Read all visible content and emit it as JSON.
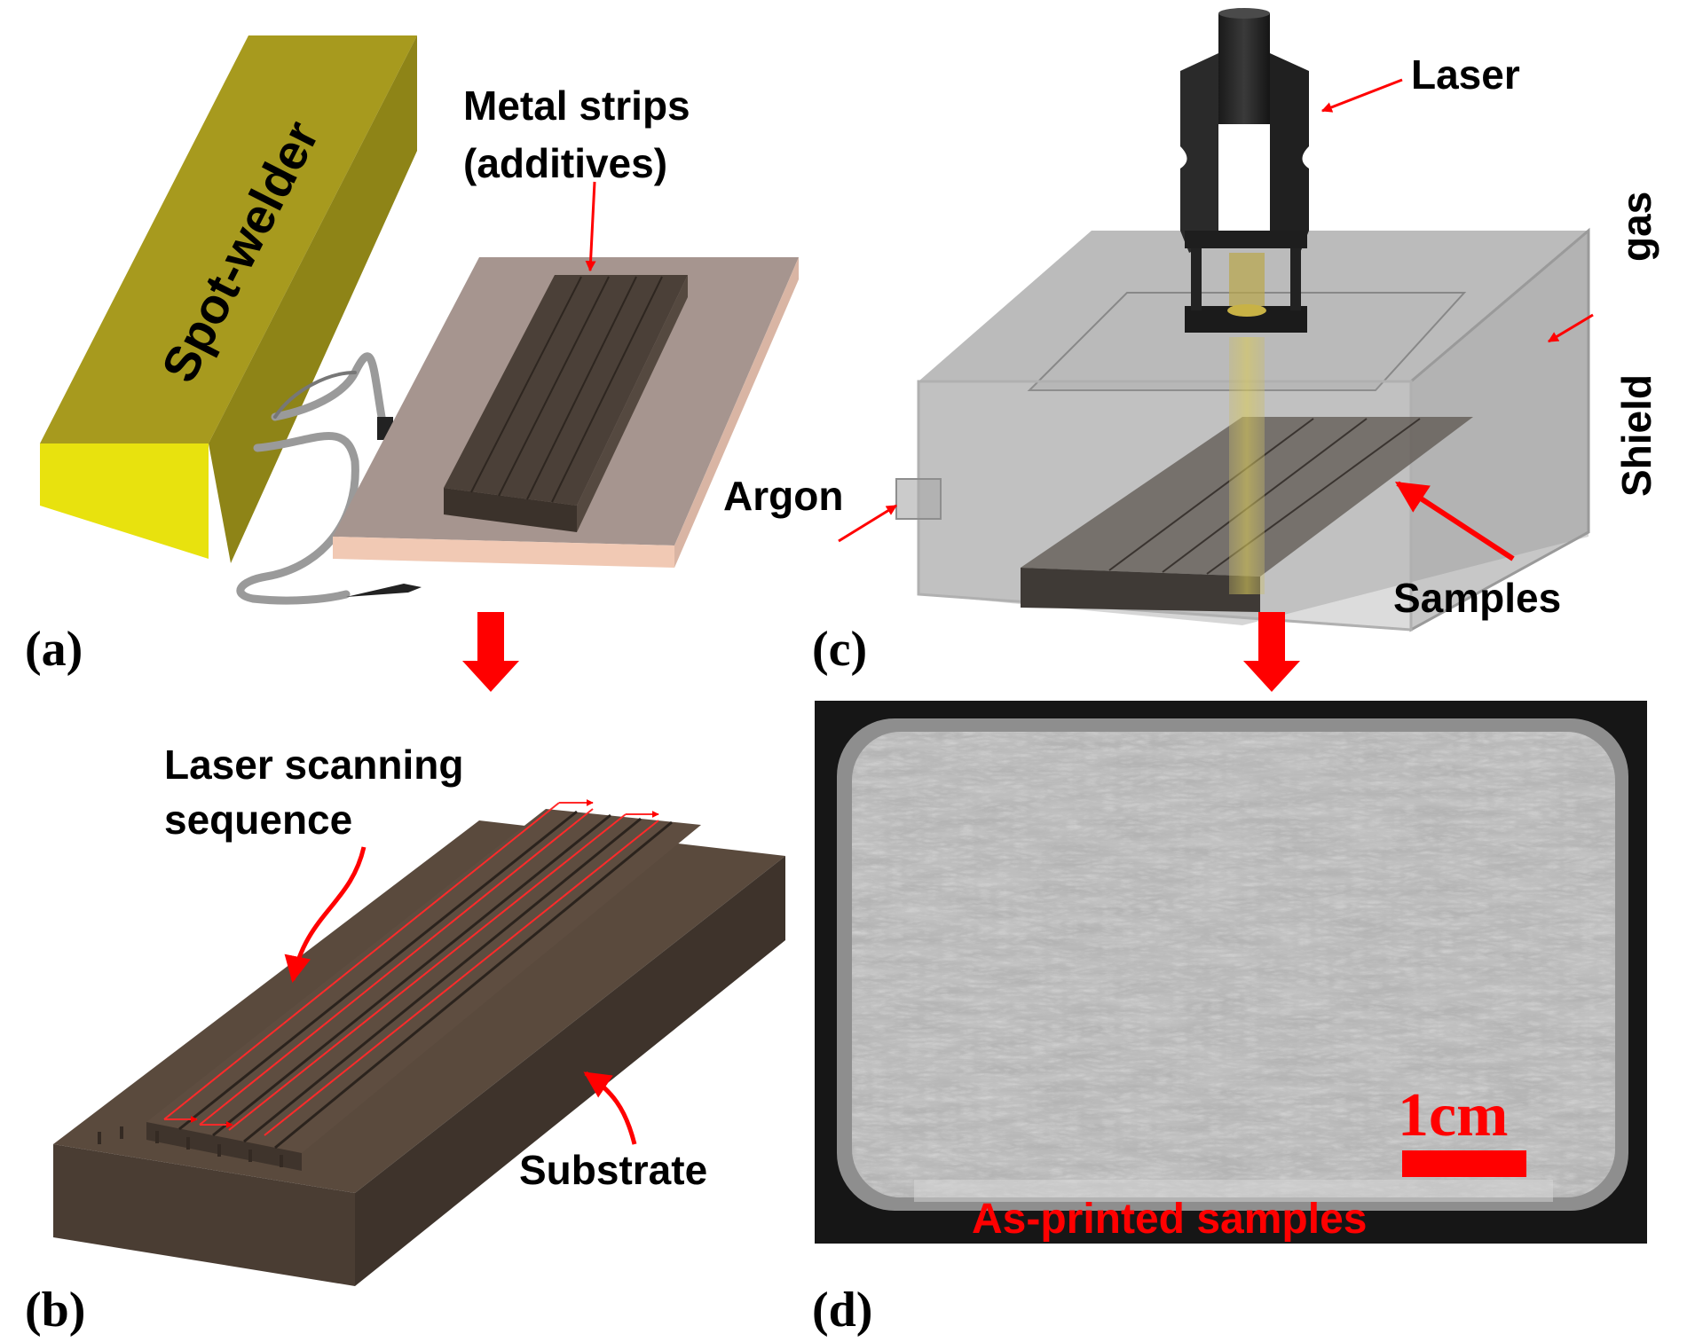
{
  "panels": {
    "a": "(a)",
    "b": "(b)",
    "c": "(c)",
    "d": "(d)"
  },
  "panel_a": {
    "device_label": "Spot-welder",
    "strips_label_line1": "Metal strips",
    "strips_label_line2": "(additives)"
  },
  "panel_b": {
    "scan_label_line1": "Laser scanning",
    "scan_label_line2": "sequence",
    "substrate_label": "Substrate"
  },
  "panel_c": {
    "laser_label": "Laser",
    "gas_label_word1": "Shield",
    "gas_label_word2": "gas",
    "argon_label": "Argon",
    "samples_label": "Samples"
  },
  "panel_d": {
    "scale_label": "1cm",
    "caption": "As-printed samples"
  },
  "colors": {
    "arrow_red": "#ff0000",
    "welder_yellow": "#b8a61c",
    "strip_brown": "#4e4238",
    "substrate_brown": "#5c4a3c"
  }
}
